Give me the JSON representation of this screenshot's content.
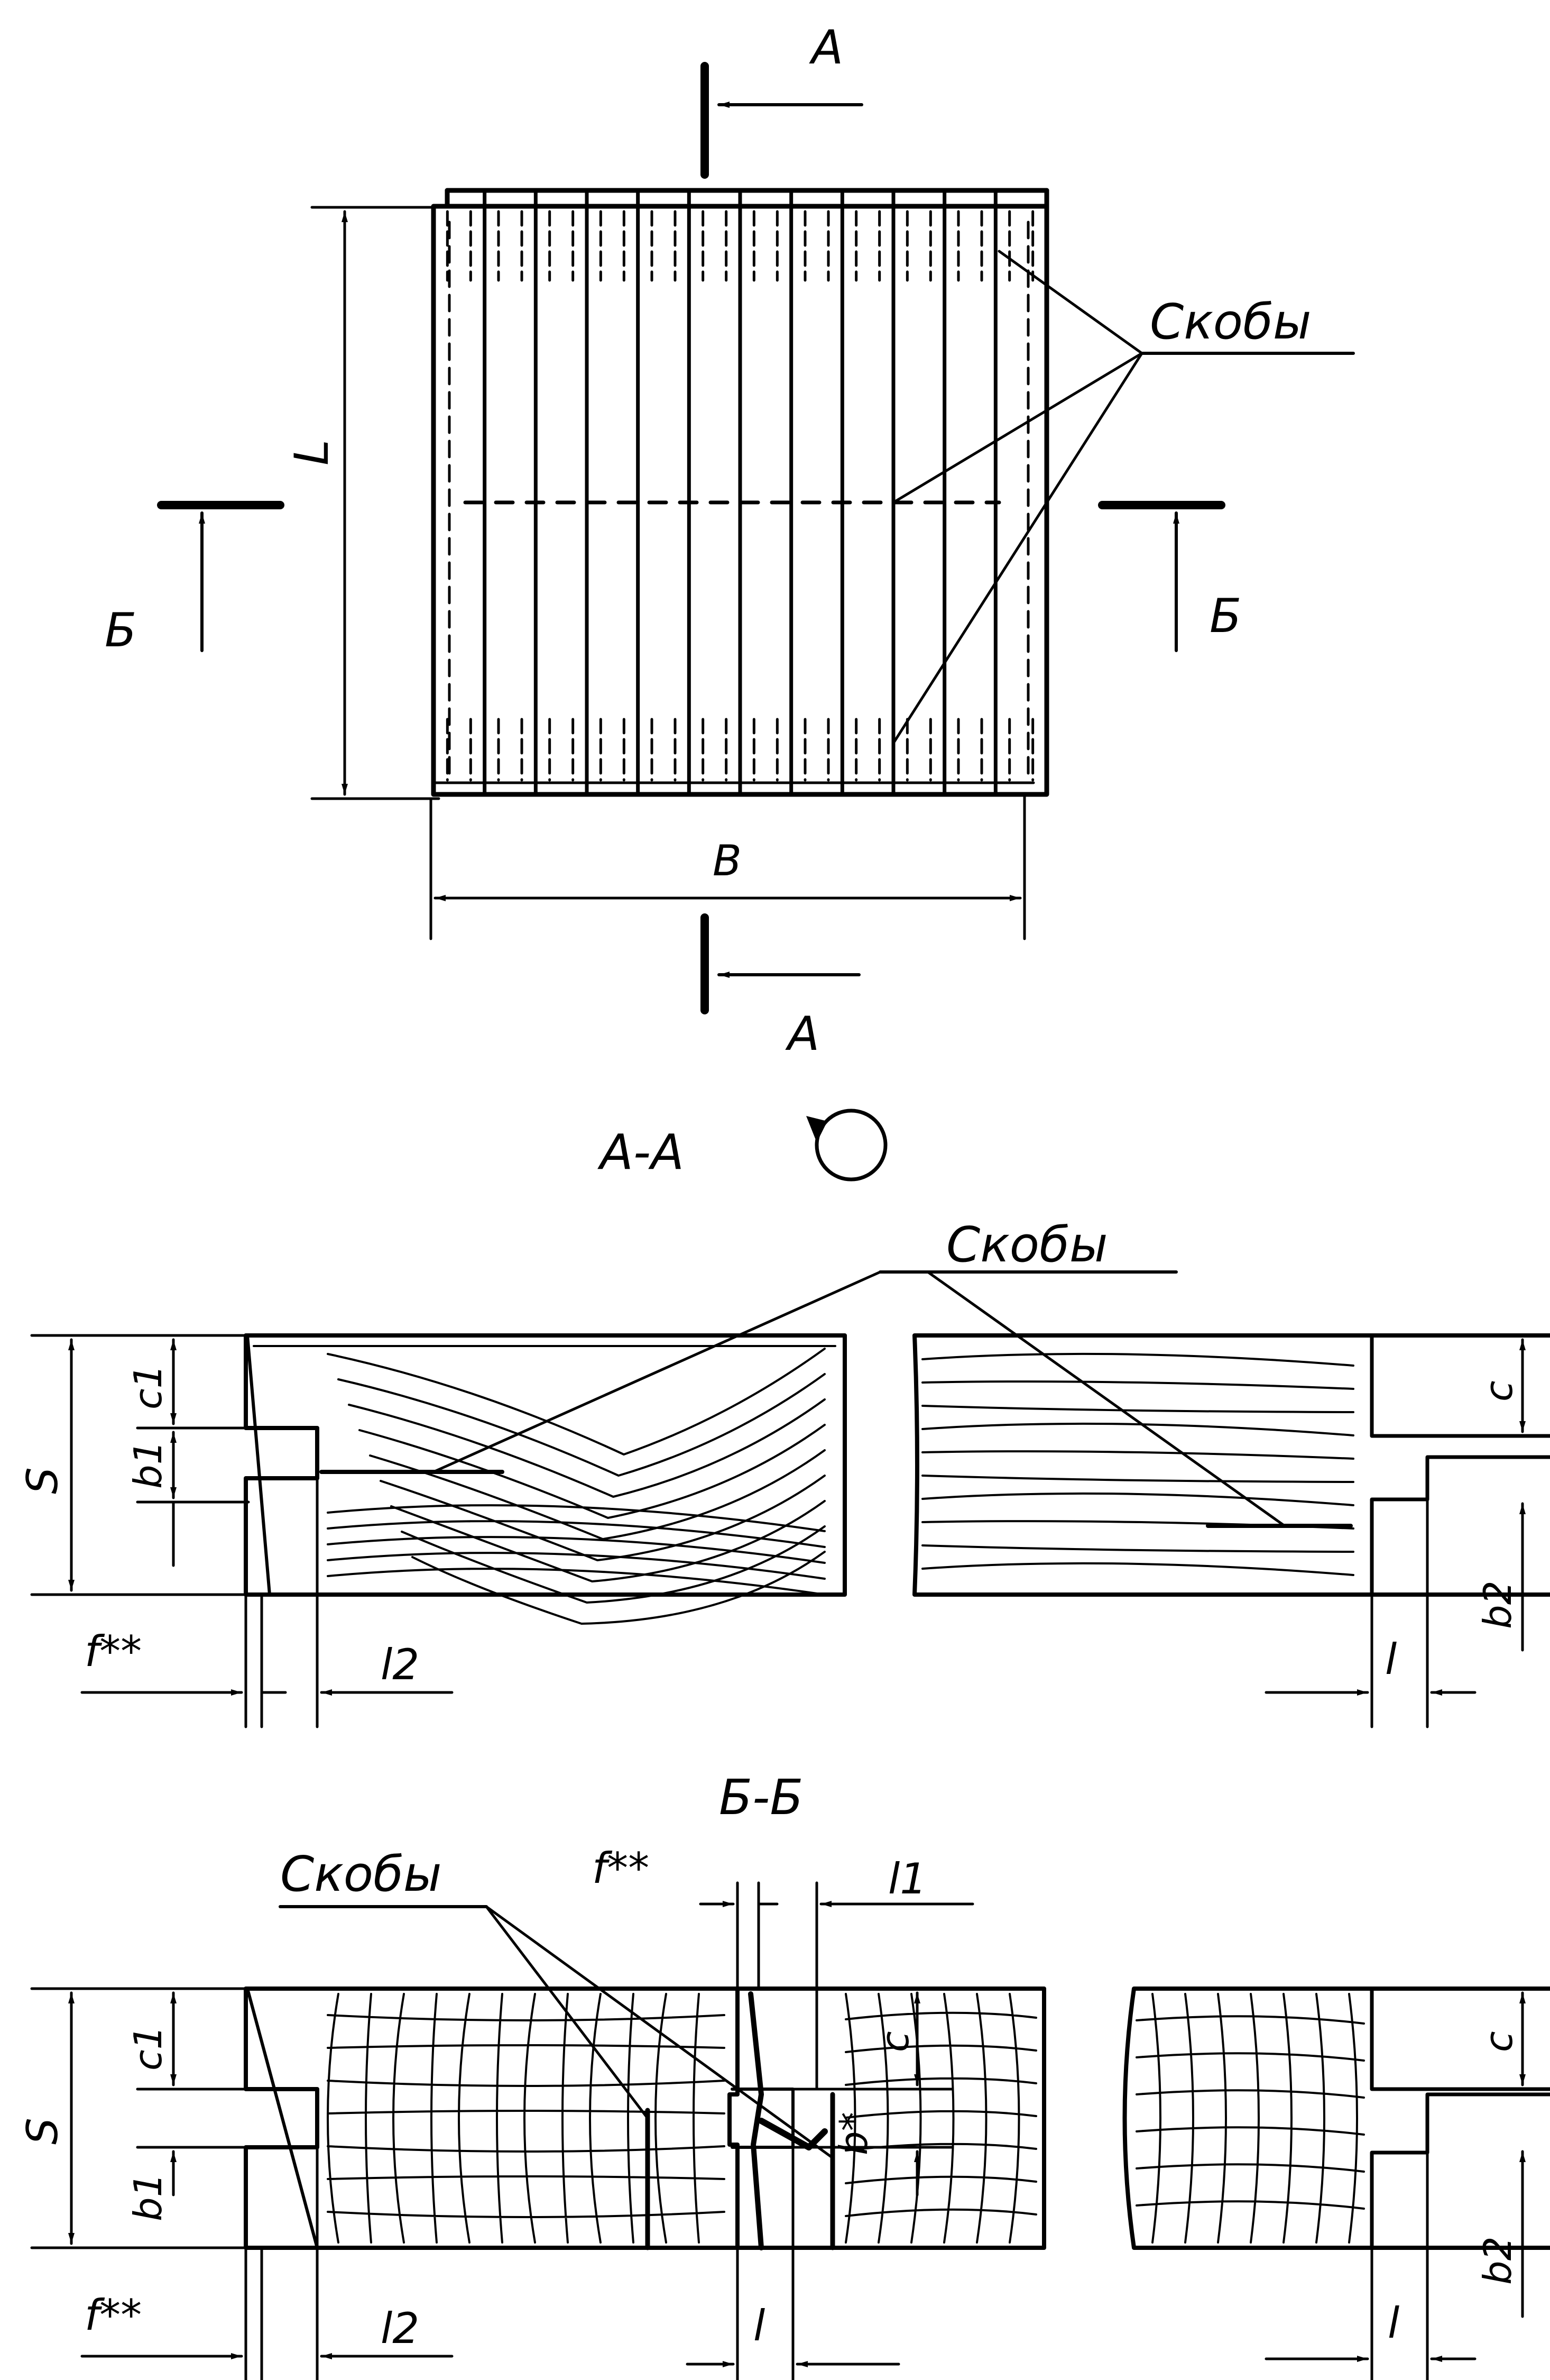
{
  "labels": {
    "section_a_top": "А",
    "section_a_bottom": "А",
    "section_b_left": "Б",
    "section_b_right": "Б",
    "dim_length": "L",
    "dim_width": "B",
    "staples_top": "Скобы",
    "staples_mid": "Скобы",
    "staples_bottom": "Скобы",
    "view_aa": "А-А",
    "view_bb": "Б-Б",
    "aa_s": "S",
    "aa_c1": "c1",
    "aa_b1": "b1",
    "aa_f": "f**",
    "aa_l2": "l2",
    "aa_c": "c",
    "aa_b2": "b2",
    "aa_l": "l",
    "bb_f_top": "f**",
    "bb_l1": "l1",
    "bb_s": "S",
    "bb_c1": "c1",
    "bb_b1": "b1",
    "bb_c_mid": "c",
    "bb_b_star": "b*",
    "bb_f": "f**",
    "bb_l2": "l2",
    "bb_l_mid": "l",
    "bb_c": "c",
    "bb_b2": "b2",
    "bb_l": "l"
  },
  "plan": {
    "board_count": 12
  },
  "colors": {
    "ink": "#000000",
    "paper": "#ffffff"
  }
}
